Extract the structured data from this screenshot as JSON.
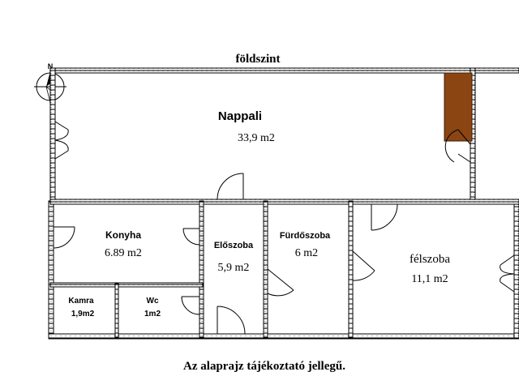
{
  "plan": {
    "title": "földszint",
    "footer": "Az alaprajz tájékoztató jellegű.",
    "compass_letter": "N",
    "colors": {
      "wall": "#000000",
      "chimney": "#8B4513",
      "hatch": "#000000",
      "background": "#ffffff"
    },
    "rooms": {
      "nappali": {
        "name": "Nappali",
        "area": "33,9 m2"
      },
      "konyha": {
        "name": "Konyha",
        "area": "6.89 m2"
      },
      "eloszoba": {
        "name": "Előszoba",
        "area": "5,9 m2"
      },
      "furdoszoba": {
        "name": "Fürdőszoba",
        "area": "6 m2"
      },
      "felszoba": {
        "name": "félszoba",
        "area": "11,1 m2"
      },
      "kamra": {
        "name": "Kamra",
        "area": "1,9m2"
      },
      "wc": {
        "name": "Wc",
        "area": "1m2"
      }
    }
  }
}
